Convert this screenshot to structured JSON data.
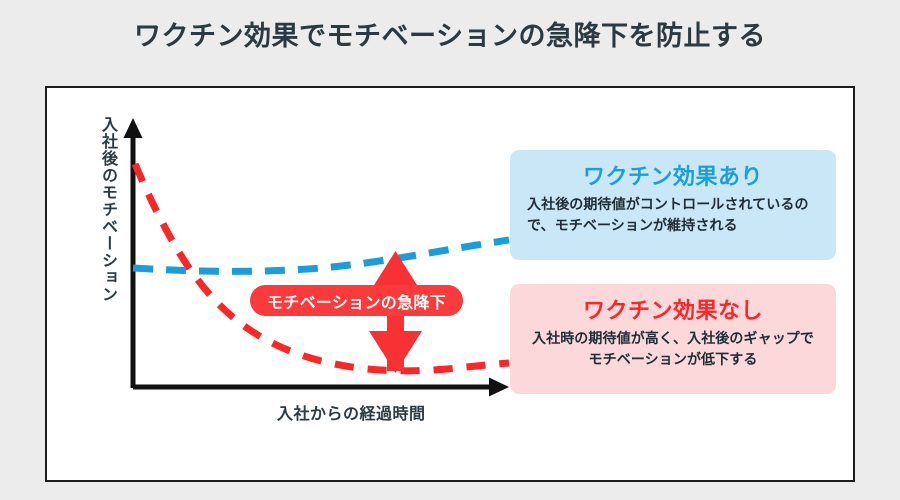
{
  "slide": {
    "title": "ワクチン効果でモチベーションの急降下を防止する",
    "title_color": "#2b3a42",
    "page_background": "#ececec",
    "card_background": "#ffffff",
    "card_border_color": "#1c1c1c"
  },
  "chart_data": {
    "type": "line",
    "title": "",
    "xlabel": "入社からの経過時間",
    "ylabel": "入社後のモチベーション",
    "grid": false,
    "legend_position": "right",
    "axis_style": "arrow",
    "axis_color": "#111111",
    "xlim": [
      0,
      10
    ],
    "ylim": [
      0,
      10
    ],
    "x": [
      0,
      1,
      2,
      3,
      4,
      5,
      6,
      7,
      8,
      9,
      10
    ],
    "series": [
      {
        "name": "ワクチン効果なし",
        "color": "#fb2626",
        "style": "dashed",
        "values": [
          9.4,
          7.3,
          5.6,
          4.3,
          3.35,
          2.6,
          2.1,
          1.75,
          1.5,
          1.35,
          1.3
        ]
      },
      {
        "name": "ワクチン効果あり",
        "color": "#1b9dd9",
        "style": "dashed",
        "values": [
          5.0,
          4.88,
          4.8,
          4.78,
          4.82,
          4.92,
          5.08,
          5.3,
          5.58,
          5.9,
          6.25
        ]
      }
    ],
    "annotations": [
      {
        "name": "gap-arrow",
        "type": "double_arrow_vertical",
        "label": "",
        "color": "#f83232",
        "x": 6.2,
        "y_from": 1.55,
        "y_to": 4.98
      },
      {
        "name": "drop-badge",
        "type": "pill_label",
        "label": "モチベーションの急降下",
        "background": "#fb3b3b",
        "text_color": "#ffffff",
        "x": 3.1,
        "y": 6.6
      }
    ]
  },
  "panels": [
    {
      "id": "with-vaccine",
      "heading": "ワクチン効果あり",
      "heading_color": "#1c9fd8",
      "background": "#cae7f7",
      "body": "入社後の期待値がコントロールされているので、モチベーションが維持される"
    },
    {
      "id": "without-vaccine",
      "heading": "ワクチン効果なし",
      "heading_color": "#fb2626",
      "background": "#fcd8db",
      "body": "入社時の期待値が高く、入社後のギャップでモチベーションが低下する"
    }
  ]
}
